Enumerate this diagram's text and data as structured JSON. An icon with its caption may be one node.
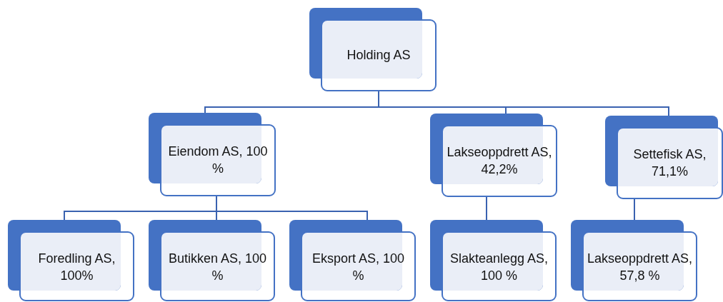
{
  "diagram": {
    "nodes": [
      {
        "text": [
          "Holding AS"
        ]
      },
      {
        "text": [
          "Eiendom AS, 100 %"
        ]
      },
      {
        "text": [
          "Lakseoppdrett AS, 42,2%"
        ]
      },
      {
        "text": [
          "Settefisk AS, 71,1%"
        ]
      },
      {
        "text": [
          "Foredling AS, 100%"
        ]
      },
      {
        "text": [
          "Butikken AS, 100 %"
        ]
      },
      {
        "text": [
          "Eksport AS, 100 %"
        ]
      },
      {
        "text": [
          "Slakteanlegg AS, 100 %"
        ]
      },
      {
        "text": [
          "Lakseoppdrett AS, 57,8 %"
        ]
      }
    ],
    "edges": [
      {
        "from": 0,
        "to": 1,
        "arrow": "none"
      },
      {
        "from": 0,
        "to": 2,
        "arrow": "none"
      },
      {
        "from": 0,
        "to": 3,
        "arrow": "none"
      },
      {
        "from": 1,
        "to": 4,
        "arrow": "none"
      },
      {
        "from": 1,
        "to": 5,
        "arrow": "none"
      },
      {
        "from": 1,
        "to": 6,
        "arrow": "none"
      },
      {
        "from": 2,
        "to": 7,
        "arrow": "none"
      },
      {
        "from": 3,
        "to": 8,
        "arrow": "none"
      }
    ]
  }
}
